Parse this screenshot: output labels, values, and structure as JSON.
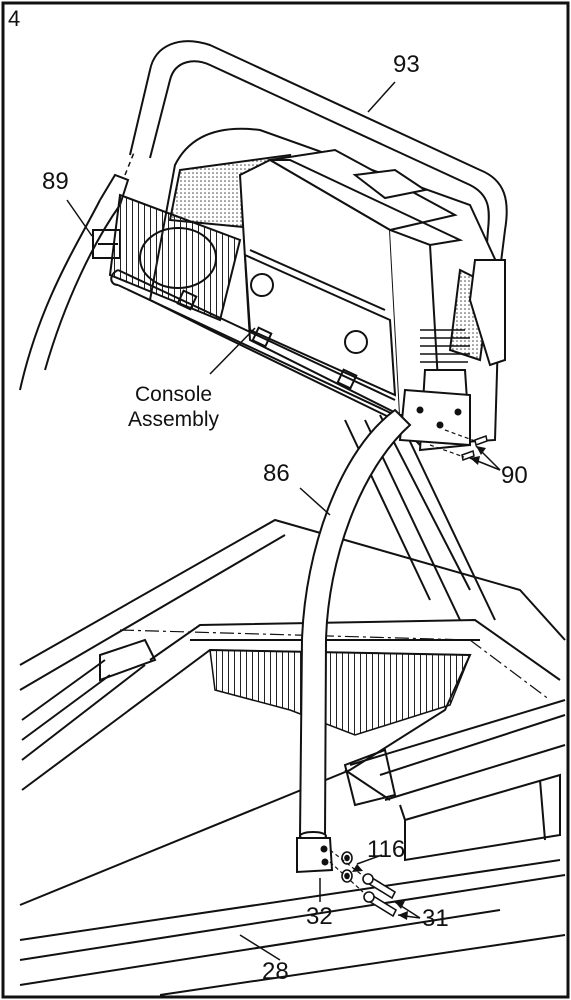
{
  "step_number": "4",
  "part_labels": {
    "p93": "93",
    "p89": "89",
    "p86": "86",
    "p90": "90",
    "p116": "116",
    "p31": "31",
    "p32": "32",
    "p28": "28"
  },
  "console_label": {
    "line1": "Console",
    "line2": "Assembly"
  }
}
